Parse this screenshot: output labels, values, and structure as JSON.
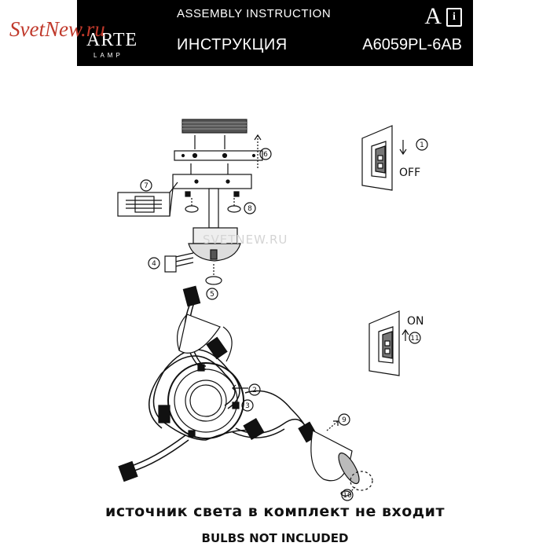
{
  "header": {
    "title_en": "ASSEMBLY INSTRUCTION",
    "title_ru": "ИНСТРУКЦИЯ",
    "model": "A6059PL-6AB",
    "brand": "ARTE",
    "brand_sub": "LAMP",
    "brand_mark": "A",
    "info_mark": "i"
  },
  "watermark": "SvetNew.ru",
  "site_watermark": "SVETNEW.RU",
  "switch_off_label": "OFF",
  "switch_on_label": "ON",
  "step_numbers": [
    "1",
    "2",
    "3",
    "4",
    "5",
    "6",
    "7",
    "8",
    "9",
    "10",
    "11"
  ],
  "footer": {
    "line_ru": "источник света в комплект не входит",
    "line_en": "BULBS NOT INCLUDED"
  }
}
